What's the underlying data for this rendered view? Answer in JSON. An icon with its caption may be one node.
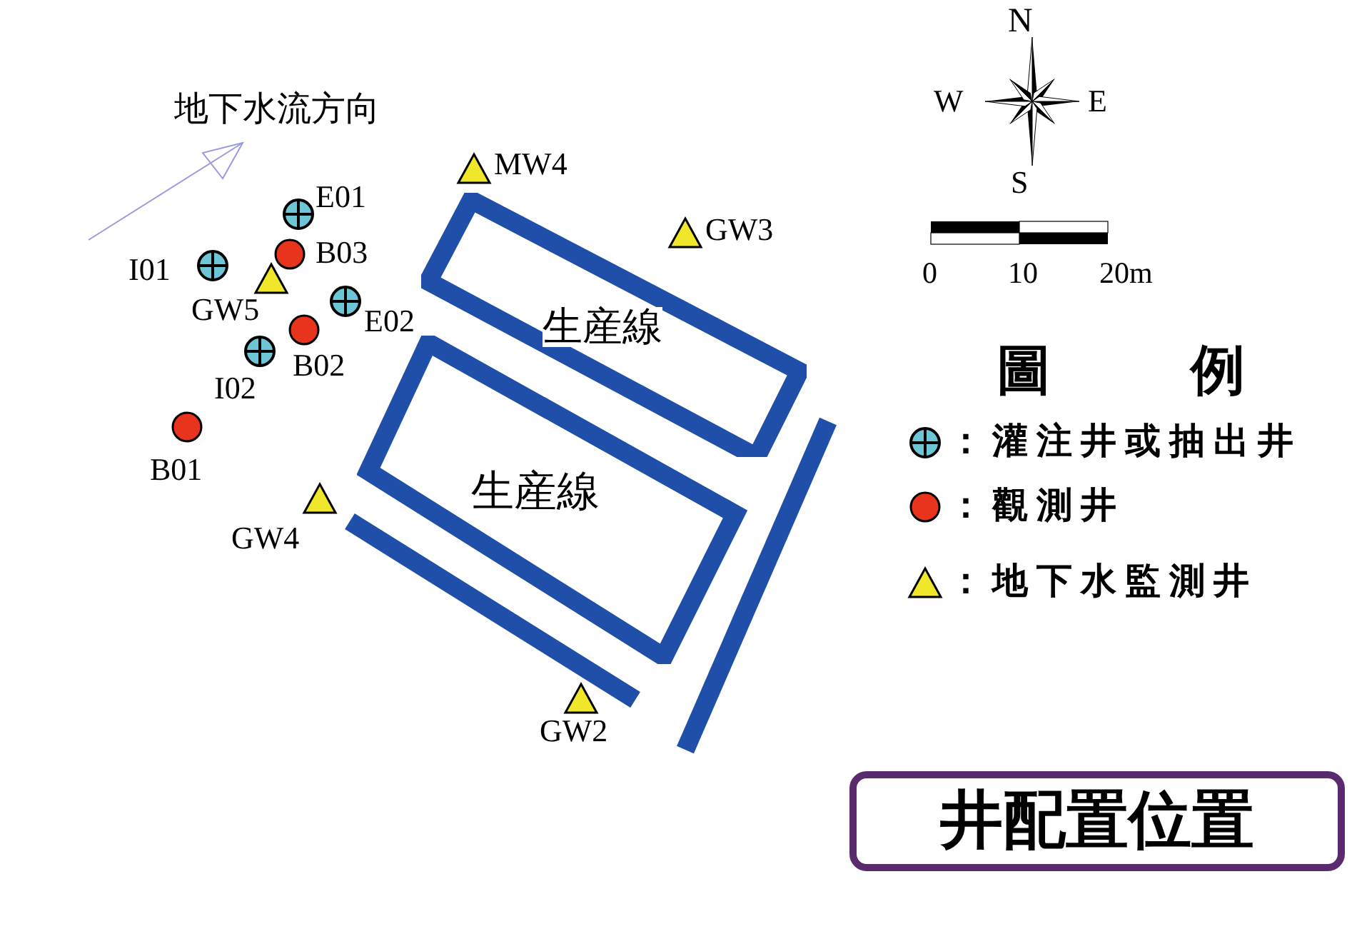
{
  "diagram": {
    "nodes": [
      {
        "text": [
          "生産線"
        ]
      },
      {
        "text": [
          "生産線"
        ]
      },
      {
        "text": [
          "井配置位置"
        ]
      }
    ],
    "edges": [],
    "labels": [
      "N",
      "W",
      "E",
      "地下水流方向",
      "MW4",
      "S",
      "E01",
      "GW3",
      "B03",
      "I01",
      "GW5",
      "E02",
      "0",
      "10",
      "20m",
      "B02",
      "I02",
      "圖　例",
      "B01",
      "GW4",
      "GW2"
    ],
    "legend": [
      {
        "text": "：灌注井或抽出井"
      },
      {
        "text": "：觀測井"
      },
      {
        "text": "：地下水監測井"
      }
    ]
  }
}
